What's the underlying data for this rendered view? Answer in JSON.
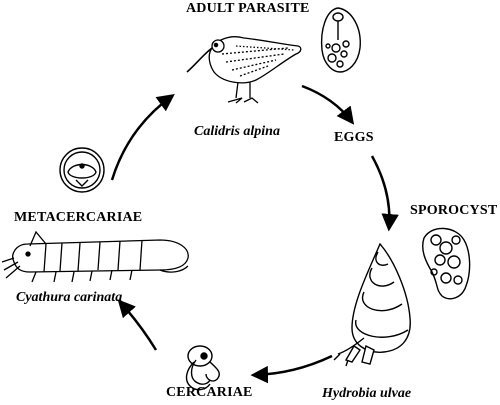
{
  "stages": {
    "adult": "ADULT PARASITE",
    "eggs": "EGGS",
    "sporocyst": "SPOROCYST",
    "cercariae": "CERCARIAE",
    "metacercariae": "METACERCARIAE"
  },
  "hosts": {
    "bird": "Calidris alpina",
    "snail": "Hydrobia ulvae",
    "isopod": "Cyathura carinata"
  },
  "colors": {
    "ink": "#000000",
    "background": "#ffffff"
  }
}
